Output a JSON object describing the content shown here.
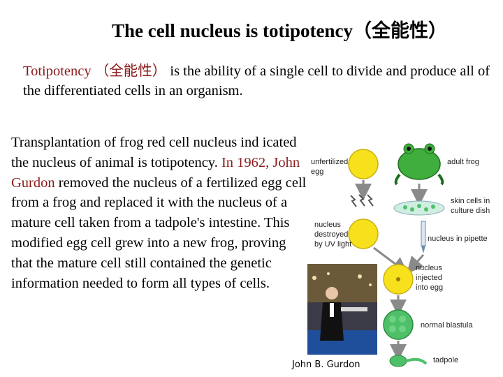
{
  "title": "The cell nucleus is totipotency（全能性）",
  "definition": {
    "term": "Totipotency （全能性）",
    "rest": " is the ability of a single cell to divide and produce all of the differentiated cells in an organism."
  },
  "body": {
    "part1": "Transplantation of frog red cell nucleus ind icated the nucleus of animal is totipotency. ",
    "highlight": "In 1962, John Gurdon",
    "part2": " removed the nucleus of a fertilized egg cell from a frog and replaced it with the nucleus of a mature cell taken from a tadpole's intestine. This modified egg cell grew into a new frog, proving that the mature cell still contained the genetic information needed to form all types of cells."
  },
  "photo": {
    "caption": "John B. Gurdon"
  },
  "diagram": {
    "labels": {
      "unfertilized": [
        "unfertilized",
        "egg"
      ],
      "adult_frog": "adult frog",
      "skin_cells": [
        "skin cells in",
        "culture dish"
      ],
      "nucleus_destroyed": [
        "nucleus",
        "destroyed",
        "by UV light"
      ],
      "nucleus_pipette": "nucleus in pipette",
      "nucleus_injected": [
        "nucleus",
        "injected",
        "into egg"
      ],
      "blastula": "normal blastula",
      "tadpole": "tadpole"
    },
    "colors": {
      "egg": "#f7e01c",
      "frog": "#3fae3c",
      "cells": "#4fc06a",
      "arrow": "#8a8a8a"
    }
  }
}
